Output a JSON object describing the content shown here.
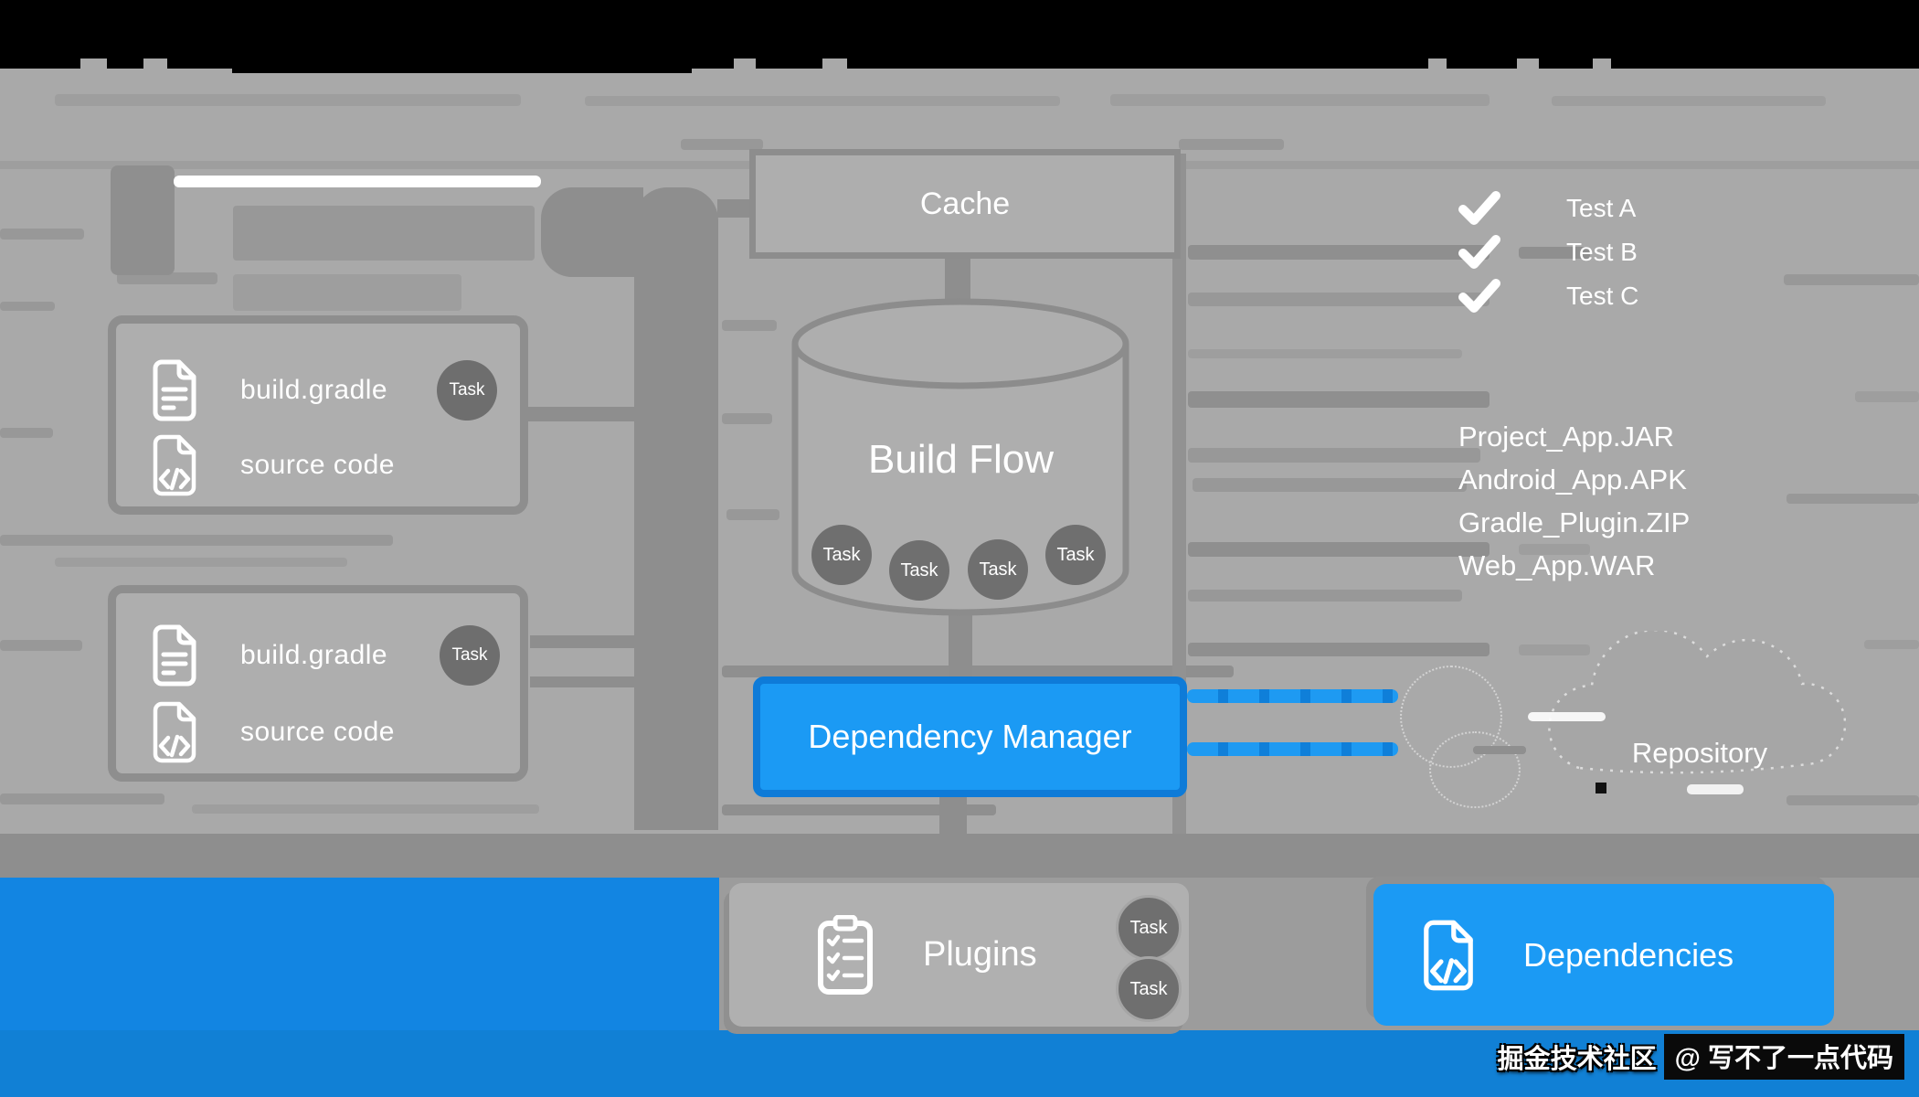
{
  "diagram": {
    "cache": {
      "label": "Cache"
    },
    "source_boxes": [
      {
        "file_label": "build.gradle",
        "badge": "Task",
        "code_label": "source code"
      },
      {
        "file_label": "build.gradle",
        "badge": "Task",
        "code_label": "source code"
      }
    ],
    "build_flow": {
      "label": "Build Flow",
      "tasks": [
        "Task",
        "Task",
        "Task",
        "Task"
      ]
    },
    "dependency_manager": {
      "label": "Dependency Manager"
    },
    "repository": {
      "label": "Repository"
    },
    "tests": [
      {
        "label": "Test A"
      },
      {
        "label": "Test B"
      },
      {
        "label": "Test C"
      }
    ],
    "artifacts": [
      "Project_App.JAR",
      "Android_App.APK",
      "Gradle_Plugin.ZIP",
      "Web_App.WAR"
    ],
    "plugins": {
      "label": "Plugins",
      "tasks": [
        "Task",
        "Task"
      ]
    },
    "dependencies": {
      "label": "Dependencies"
    },
    "watermark": {
      "community": "掘金技术社区",
      "author": "@ 写不了一点代码"
    },
    "colors": {
      "accent_blue": "#1b9af4",
      "accent_blue_dark": "#0e7bd8",
      "bottom_blue": "#1180d5",
      "left_panel_blue": "#1285e2",
      "background_gray": "#a9a9a9",
      "panel_gray": "#aeaeae",
      "border_gray": "#8d8d8d",
      "band_gray": "#8e8e8e",
      "task_circle_gray": "#6f6f6f",
      "top_bar_black": "#000000",
      "text_white": "#ffffff"
    }
  }
}
